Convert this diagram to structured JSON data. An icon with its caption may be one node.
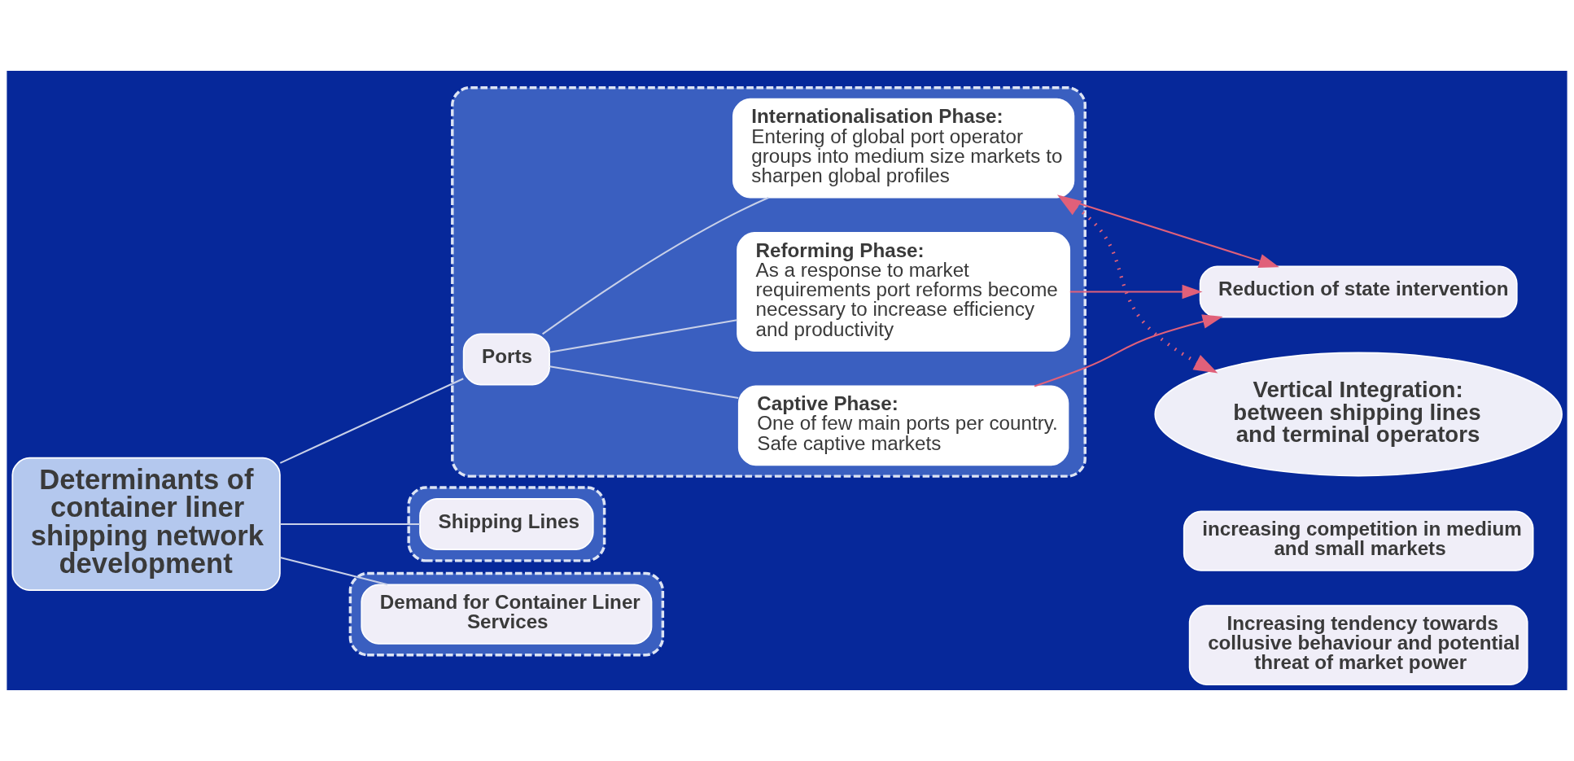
{
  "diagram": {
    "nodes": [
      {
        "text": [
          "Determinants of container liner shipping network development"
        ]
      },
      {
        "text": [],
        "shape": "cloud"
      },
      {
        "text": [
          "Ports"
        ],
        "in": 1
      },
      {
        "text": [
          "Captive Phase:",
          "One of few main ports per country. Safe captive markets"
        ],
        "in": 1
      },
      {
        "text": [
          "Reforming Phase:",
          "As a response to market requirements port reforms become necessary to increase efficiency and productivity"
        ],
        "in": 1
      },
      {
        "text": [
          "Internationalisation Phase:",
          "Entering of global port operator groups into medium size markets to sharpen global profiles"
        ],
        "in": 1
      },
      {
        "text": [],
        "shape": "cloud"
      },
      {
        "text": [
          "Shipping Lines"
        ],
        "in": 6
      },
      {
        "text": [],
        "shape": "cloud"
      },
      {
        "text": [
          "Demand for Container Liner Services"
        ],
        "in": 8
      },
      {
        "text": [
          "Reduction of state intervention"
        ]
      },
      {
        "text": [
          "Vertical Integration: between shipping lines and terminal operators"
        ]
      },
      {
        "text": [
          "increasing competition in medium and small markets"
        ]
      },
      {
        "text": [
          "Increasing tendency towards collusive behaviour and potential threat of market power"
        ]
      }
    ],
    "edges": [
      {
        "from": 0,
        "to": 2,
        "arrow": "none"
      },
      {
        "from": 0,
        "to": 7,
        "arrow": "none"
      },
      {
        "from": 0,
        "to": 9,
        "arrow": "none"
      },
      {
        "from": 2,
        "to": 3,
        "arrow": "none"
      },
      {
        "from": 2,
        "to": 4,
        "arrow": "none"
      },
      {
        "from": 2,
        "to": 5,
        "arrow": "none"
      },
      {
        "from": 3,
        "to": 10,
        "arrow": "to",
        "color": "#e0607a"
      },
      {
        "from": 4,
        "to": 10,
        "arrow": "to",
        "color": "#e0607a"
      },
      {
        "from": 5,
        "to": 10,
        "arrow": "to",
        "color": "#e0607a"
      },
      {
        "from": 11,
        "to": 5,
        "arrow": "both",
        "style": "dashed",
        "color": "#e0607a"
      }
    ]
  }
}
